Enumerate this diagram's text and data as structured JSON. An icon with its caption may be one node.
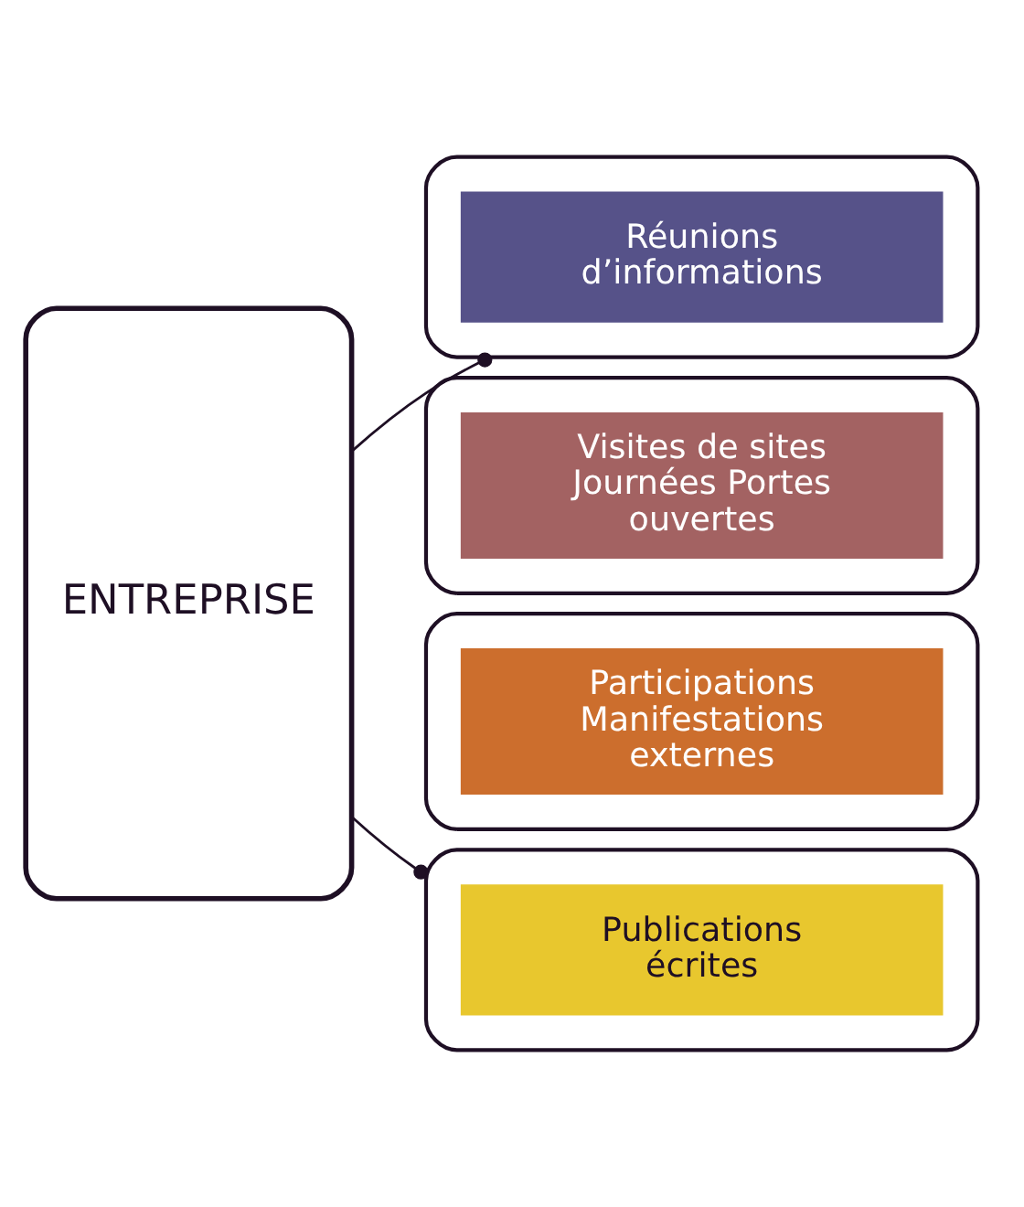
{
  "diagram": {
    "nodes": [
      {
        "text": [
          "ENTREPRISE"
        ]
      },
      {
        "text": [],
        "shape": "box"
      },
      {
        "text": [
          "Réunions d’informations"
        ],
        "in": 1
      },
      {
        "text": [],
        "shape": "box"
      },
      {
        "text": [
          "Visites de sites Journées Portes ouvertes"
        ],
        "in": 3
      },
      {
        "text": [],
        "shape": "box"
      },
      {
        "text": [
          "Participations Manifestations externes"
        ],
        "in": 5
      },
      {
        "text": [],
        "shape": "box"
      },
      {
        "text": [
          "Publications écrites"
        ],
        "in": 7
      }
    ],
    "edges": [
      {
        "from": 0,
        "to": 1,
        "arrow": "other"
      },
      {
        "from": 0,
        "to": 7,
        "arrow": "other"
      }
    ]
  }
}
